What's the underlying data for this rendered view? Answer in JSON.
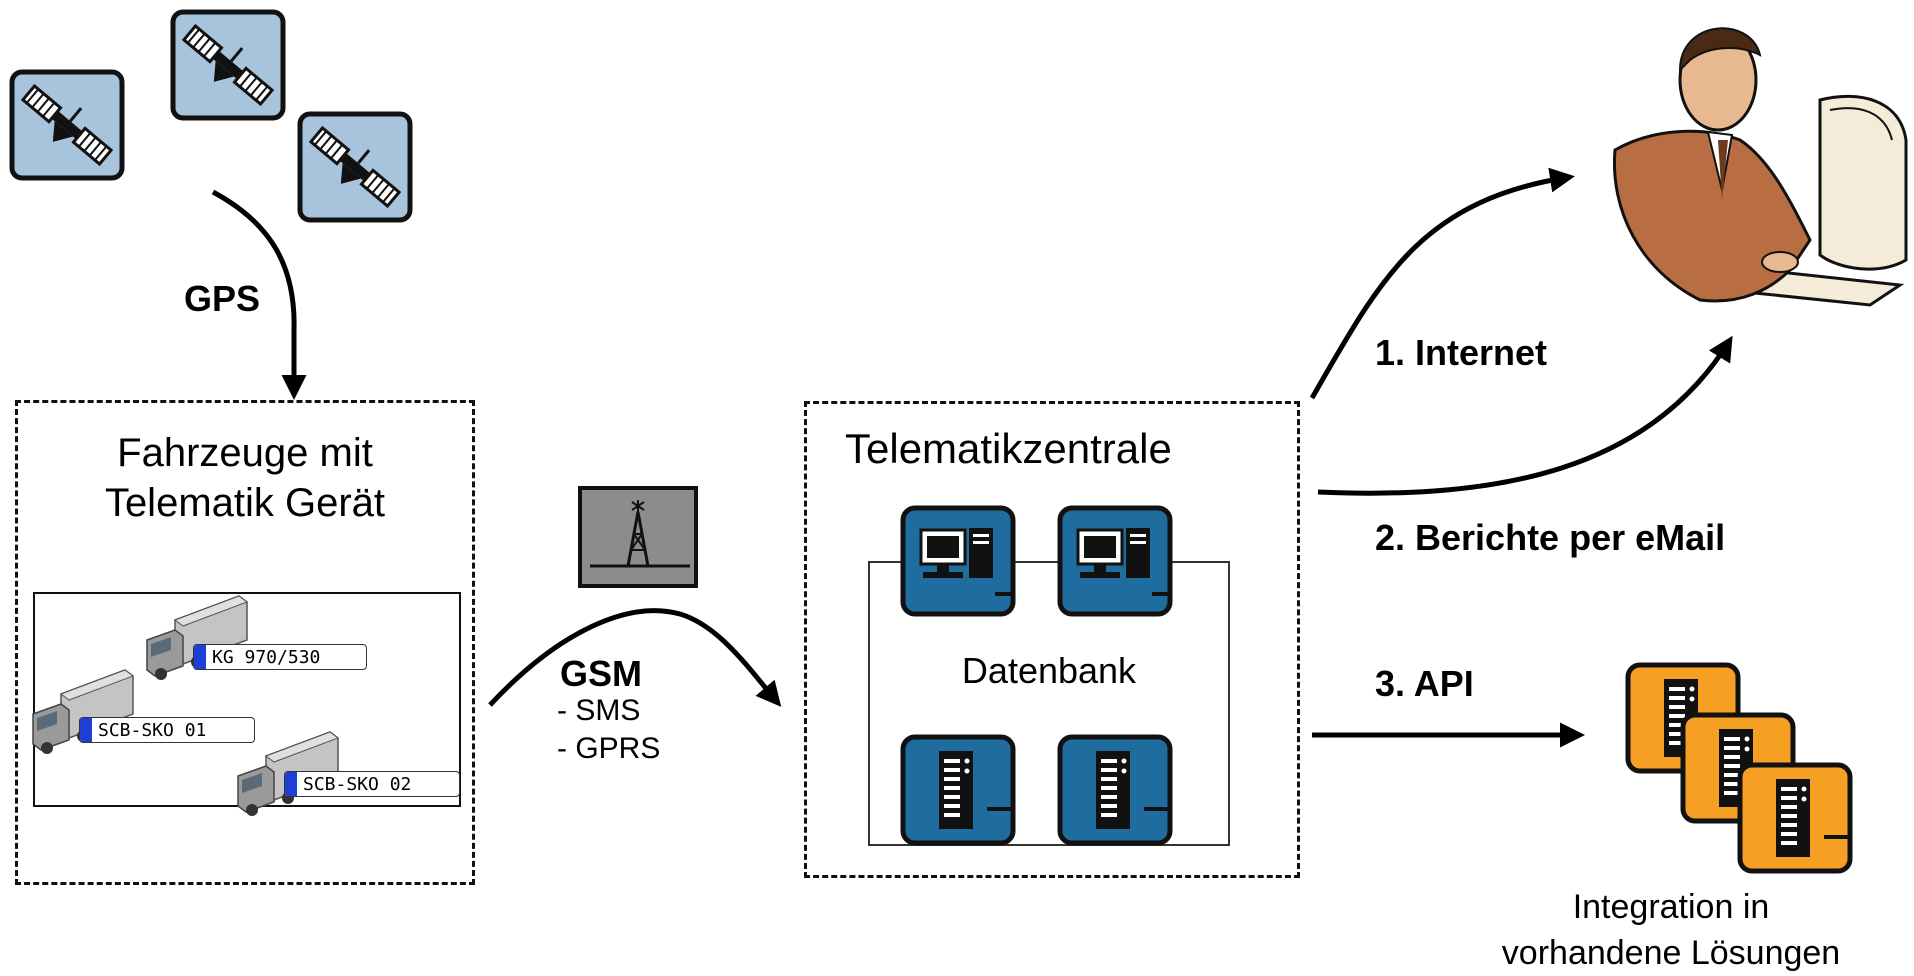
{
  "gps": {
    "label": "GPS"
  },
  "vehicles": {
    "title_line1": "Fahrzeuge mit",
    "title_line2": "Telematik Gerät",
    "plates": [
      "KG 970/530",
      "SCB-SKO 01",
      "SCB-SKO 02"
    ]
  },
  "gsm": {
    "label": "GSM",
    "items": [
      "- SMS",
      "- GPRS"
    ]
  },
  "center": {
    "title": "Telematikzentrale",
    "db_label": "Datenbank"
  },
  "outputs": {
    "internet": "1. Internet",
    "email": "2. Berichte per eMail",
    "api": "3. API"
  },
  "integration": {
    "line1": "Integration in",
    "line2": "vorhandene Lösungen"
  },
  "colors": {
    "satellite_bg": "#a8c3dc",
    "tower_bg": "#8c8c8c",
    "computer_bg": "#1f6d9e",
    "server_orange": "#f5a023",
    "plate_blue": "#1d3fd6",
    "truck_gray": "#b8b8b8",
    "person_brown": "#b86e42"
  },
  "icons": [
    "satellite-icon",
    "radio-tower-icon",
    "computer-icon",
    "server-icon",
    "truck-icon",
    "person-at-computer-icon"
  ]
}
